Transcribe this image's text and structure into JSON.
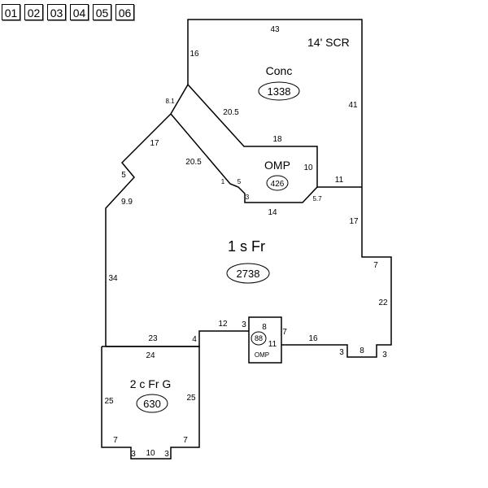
{
  "tabs": [
    "01",
    "02",
    "03",
    "04",
    "05",
    "06"
  ],
  "areas": {
    "scr": {
      "name": "14' SCR"
    },
    "conc": {
      "name": "Conc",
      "sqft": "1338"
    },
    "omp_upper": {
      "name": "OMP",
      "sqft": "426"
    },
    "main": {
      "name": "1 s Fr",
      "sqft": "2738"
    },
    "omp_lower": {
      "name": "OMP",
      "sqft": "88"
    },
    "garage": {
      "name": "2 c Fr G",
      "sqft": "630"
    }
  },
  "dimensions": {
    "top": "43",
    "left_upper": "16",
    "right_upper": "41",
    "diag_conc": "20.5",
    "diag_small": "8.1",
    "omp_top": "18",
    "omp_right": "10",
    "omp_ledge": "11",
    "diag_left": "17",
    "diag_inner": "20.5",
    "notch_1": "1",
    "notch_5": "5",
    "notch_3": "3",
    "omp_bottom": "14",
    "omp_diag": "5.7",
    "notch_left": "5",
    "diag_lower": "9.9",
    "right_mid": "17",
    "step_7": "7",
    "right_lower": "22",
    "left_main": "34",
    "main_bottom_left": "23",
    "garage_top": "24",
    "step_4": "4",
    "omp2_left": "12",
    "omp2_3": "3",
    "omp2_8": "8",
    "omp2_11": "11",
    "omp2_7": "7",
    "bottom_right": "16",
    "br_3a": "3",
    "br_8": "8",
    "br_3b": "3",
    "garage_left": "25",
    "garage_right": "25",
    "garage_7a": "7",
    "garage_3a": "3",
    "garage_10": "10",
    "garage_3b": "3",
    "garage_7b": "7"
  }
}
